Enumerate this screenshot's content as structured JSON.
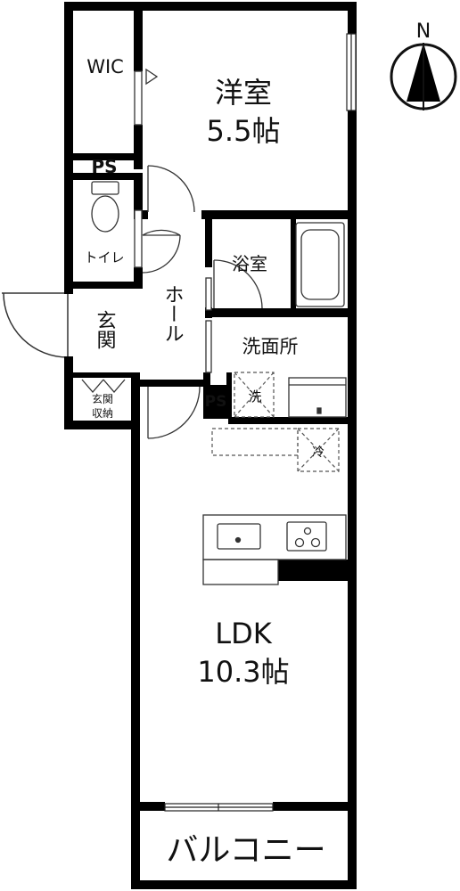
{
  "rooms": {
    "wic": "WIC",
    "western": {
      "name": "洋室",
      "size": "5.5帖"
    },
    "ps_top": "PS",
    "toilet": "トイレ",
    "bath": "浴室",
    "hall": "ホール",
    "entrance": "玄関",
    "entrance_storage": {
      "line1": "玄関",
      "line2": "収納"
    },
    "washroom": "洗面所",
    "ps_mid": "PS",
    "washer": "洗",
    "fridge": "冷",
    "ldk": {
      "name": "LDK",
      "size": "10.3帖"
    },
    "balcony": "バルコニー"
  },
  "compass": {
    "label": "N"
  },
  "colors": {
    "wall": "#000000",
    "line": "#222222",
    "dash": "#555555",
    "background": "#ffffff"
  }
}
